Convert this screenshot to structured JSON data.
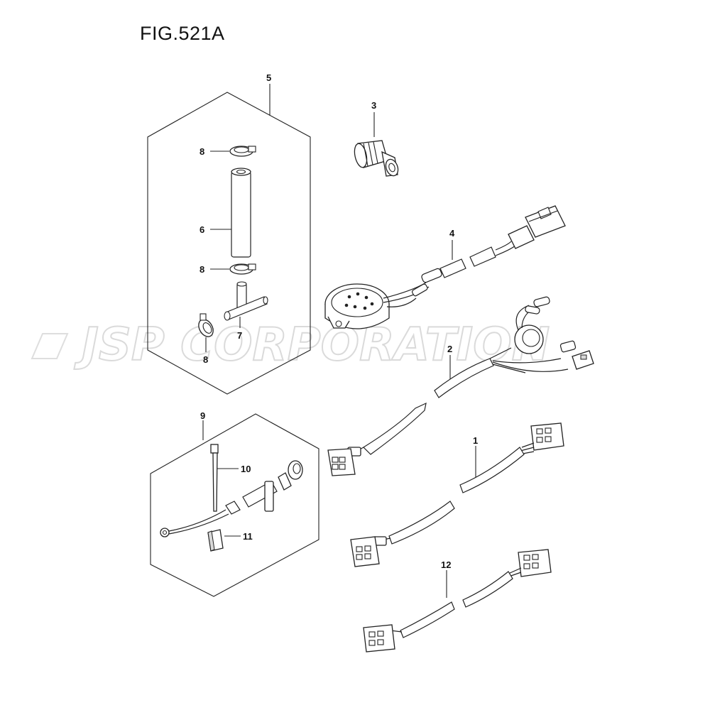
{
  "figure": {
    "title": "FIG.521A"
  },
  "watermark": {
    "text": "JSP CORPORATION"
  },
  "callouts": {
    "c1": "1",
    "c2": "2",
    "c3": "3",
    "c4": "4",
    "c5": "5",
    "c6": "6",
    "c7": "7",
    "c8a": "8",
    "c8b": "8",
    "c8c": "8",
    "c9": "9",
    "c10": "10",
    "c11": "11",
    "c12": "12"
  }
}
